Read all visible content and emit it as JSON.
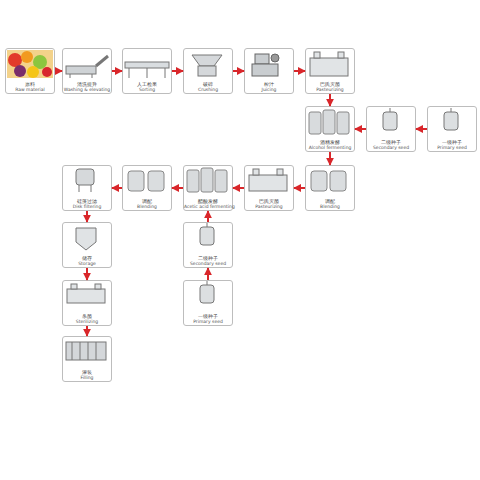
{
  "diagram": {
    "nodes": [
      {
        "text": [
          "原料",
          "Raw material"
        ]
      },
      {
        "text": [
          "清洗提升",
          "Washing & elevating"
        ]
      },
      {
        "text": [
          "人工检果",
          "Sorting"
        ]
      },
      {
        "text": [
          "破碎",
          "Crushing"
        ]
      },
      {
        "text": [
          "榨汁",
          "Juicing"
        ]
      },
      {
        "text": [
          "巴氏灭菌",
          "Pasteurizing"
        ]
      },
      {
        "text": [
          "酒精发酵",
          "Alcohol fermenting"
        ]
      },
      {
        "text": [
          "二级种子",
          "Secondary seed"
        ]
      },
      {
        "text": [
          "一级种子",
          "Primary seed"
        ]
      },
      {
        "text": [
          "调配",
          "Blending"
        ]
      },
      {
        "text": [
          "巴氏灭菌",
          "Pasteurizing"
        ]
      },
      {
        "text": [
          "醋酸发酵",
          "Acetic acid fermenting"
        ]
      },
      {
        "text": [
          "调配",
          "Blending"
        ]
      },
      {
        "text": [
          "硅藻过滤",
          "Disk filtering"
        ]
      },
      {
        "text": [
          "二级种子",
          "Secondary seed"
        ]
      },
      {
        "text": [
          "一级种子",
          "Primary seed"
        ]
      },
      {
        "text": [
          "储存",
          "Storage"
        ]
      },
      {
        "text": [
          "杀菌",
          "Sterilizing"
        ]
      },
      {
        "text": [
          "灌装",
          "Filling"
        ]
      }
    ],
    "edges": [
      {
        "from": 0,
        "to": 1,
        "arrow": "to"
      },
      {
        "from": 1,
        "to": 2,
        "arrow": "to"
      },
      {
        "from": 2,
        "to": 3,
        "arrow": "to"
      },
      {
        "from": 3,
        "to": 4,
        "arrow": "to"
      },
      {
        "from": 4,
        "to": 5,
        "arrow": "to"
      },
      {
        "from": 5,
        "to": 6,
        "arrow": "to"
      },
      {
        "from": 8,
        "to": 7,
        "arrow": "to"
      },
      {
        "from": 7,
        "to": 6,
        "arrow": "to"
      },
      {
        "from": 6,
        "to": 9,
        "arrow": "to"
      },
      {
        "from": 9,
        "to": 10,
        "arrow": "to"
      },
      {
        "from": 10,
        "to": 11,
        "arrow": "to"
      },
      {
        "from": 15,
        "to": 14,
        "arrow": "to"
      },
      {
        "from": 14,
        "to": 11,
        "arrow": "to"
      },
      {
        "from": 11,
        "to": 12,
        "arrow": "to"
      },
      {
        "from": 12,
        "to": 13,
        "arrow": "to"
      },
      {
        "from": 13,
        "to": 16,
        "arrow": "to"
      },
      {
        "from": 16,
        "to": 17,
        "arrow": "to"
      },
      {
        "from": 17,
        "to": 18,
        "arrow": "to"
      }
    ]
  }
}
